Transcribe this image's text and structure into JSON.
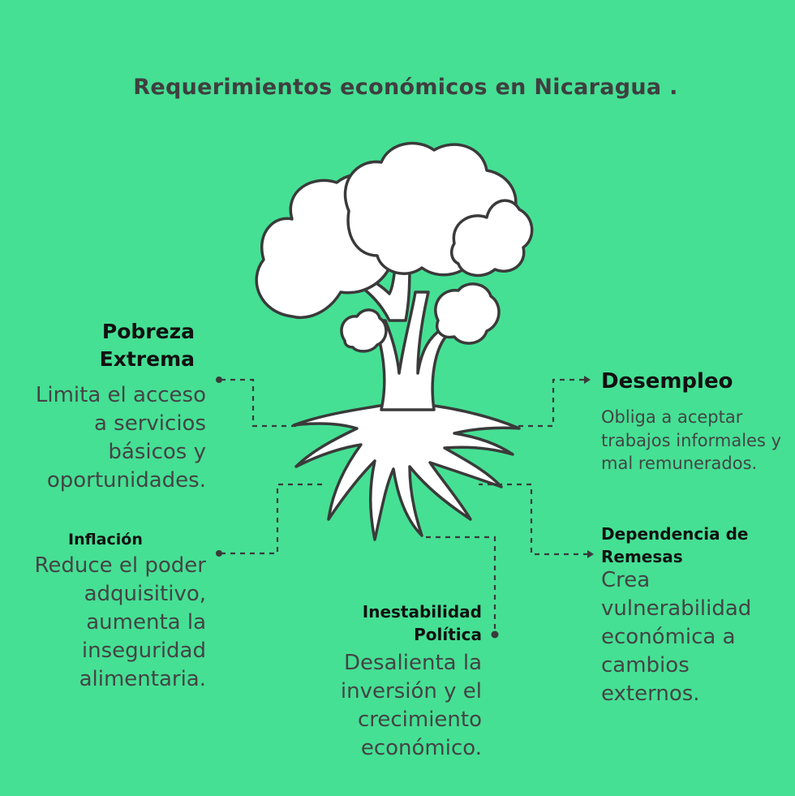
{
  "title": "Requerimientos  económicos en Nicaragua .",
  "nodes": {
    "pobreza": {
      "title": "Pobreza Extrema",
      "description": "Limita el acceso a servicios básicos y oportunidades."
    },
    "inflacion": {
      "title": "Inflación",
      "description": "Reduce el poder adquisitivo, aumenta la inseguridad alimentaria."
    },
    "desempleo": {
      "title": "Desempleo",
      "description": "Obliga a aceptar trabajos informales y mal remunerados."
    },
    "remesas": {
      "title": "Dependencia de Remesas",
      "description": "Crea vulnerabilidad económica a cambios externos."
    },
    "politica": {
      "title": "Inestabilidad Política",
      "description": "Desalienta la inversión y el crecimiento económico."
    }
  },
  "colors": {
    "background": "#45E094",
    "outline": "#3A3A3A",
    "tree_fill": "#FFFFFF"
  },
  "icons": [
    "tree-icon"
  ]
}
